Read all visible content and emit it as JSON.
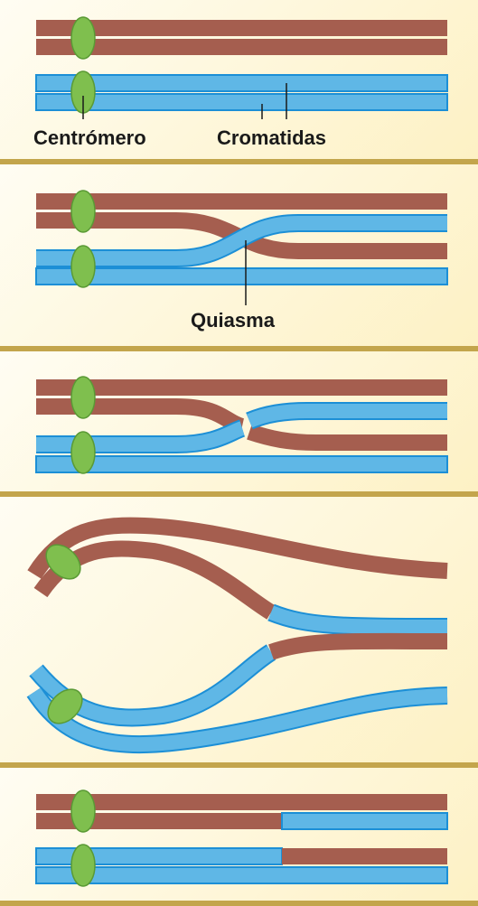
{
  "labels": {
    "centromere": "Centrómero",
    "chromatids": "Cromatidas",
    "chiasma": "Quiasma"
  },
  "colors": {
    "brown_chromatid": "#a55e4f",
    "blue_chromatid": "#5fb7e6",
    "outline_blue": "#1c8fd6",
    "centromere_green": "#7fbf4e",
    "divider_gold": "#c3a54c",
    "background": "#fdf1c4"
  },
  "stages": [
    {
      "id": 1,
      "description_icon": "paired-homologous-chromosomes"
    },
    {
      "id": 2,
      "description_icon": "chiasma-crossing"
    },
    {
      "id": 3,
      "description_icon": "chromatid-breakage-exchange"
    },
    {
      "id": 4,
      "description_icon": "chromosome-separation"
    },
    {
      "id": 5,
      "description_icon": "recombinant-chromatids"
    }
  ]
}
